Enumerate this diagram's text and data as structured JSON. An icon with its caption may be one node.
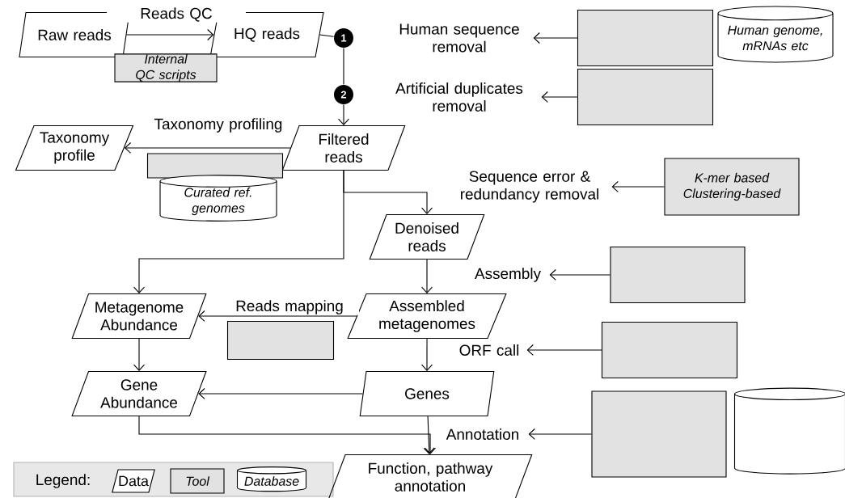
{
  "diagram": {
    "nodes": [
      {
        "text": [
          "Raw reads"
        ]
      },
      {
        "text": [
          "HQ reads"
        ]
      },
      {
        "text": [
          "Filtered reads"
        ]
      },
      {
        "text": [
          "Taxonomy profile"
        ]
      },
      {
        "text": [
          "Denoised reads"
        ]
      },
      {
        "text": [
          "Metagenome Abundance"
        ]
      },
      {
        "text": [
          "Assembled metagenomes"
        ]
      },
      {
        "text": [
          "Gene Abundance"
        ]
      },
      {
        "text": [
          "Genes"
        ]
      },
      {
        "text": [
          "Function, pathway annotation"
        ]
      },
      {
        "text": [
          "Internal QC scripts"
        ]
      },
      {
        "text": [],
        "shape": "box"
      },
      {
        "text": [],
        "shape": "box"
      },
      {
        "text": [],
        "shape": "box"
      },
      {
        "text": [
          "K-mer based Clustering-based"
        ]
      },
      {
        "text": [],
        "shape": "box"
      },
      {
        "text": [],
        "shape": "box"
      },
      {
        "text": [],
        "shape": "box"
      },
      {
        "text": [],
        "shape": "box"
      },
      {
        "text": [
          "Human genome, mRNAs etc"
        ]
      },
      {
        "text": [
          "Curated ref. genomes"
        ]
      },
      {
        "text": [],
        "shape": "cylinder"
      },
      {
        "text": [
          "1"
        ]
      },
      {
        "text": [
          "2"
        ]
      },
      {
        "text": [
          "Human sequence removal"
        ]
      },
      {
        "text": [
          "Artificial duplicates removal"
        ]
      },
      {
        "text": [
          "Sequence error & redundancy removal"
        ]
      },
      {
        "text": [
          "Assembly"
        ]
      },
      {
        "text": [
          "ORF call"
        ]
      },
      {
        "text": [
          "Annotation"
        ]
      }
    ],
    "edges": [
      {
        "from": 0,
        "to": 1,
        "arrow": "to",
        "label": "Reads QC"
      },
      {
        "from": 1,
        "to": 22,
        "arrow": "none"
      },
      {
        "from": 22,
        "to": 23,
        "arrow": "none"
      },
      {
        "from": 23,
        "to": 2,
        "arrow": "to"
      },
      {
        "from": 2,
        "to": 3,
        "arrow": "to",
        "label": "Taxonomy profiling"
      },
      {
        "from": 2,
        "to": 4,
        "arrow": "to"
      },
      {
        "from": 2,
        "to": 5,
        "arrow": "to"
      },
      {
        "from": 4,
        "to": 6,
        "arrow": "to"
      },
      {
        "from": 6,
        "to": 5,
        "arrow": "to",
        "label": "Reads mapping"
      },
      {
        "from": 5,
        "to": 7,
        "arrow": "to"
      },
      {
        "from": 6,
        "to": 8,
        "arrow": "to"
      },
      {
        "from": 8,
        "to": 7,
        "arrow": "to"
      },
      {
        "from": 8,
        "to": 9,
        "arrow": "to"
      },
      {
        "from": 7,
        "to": 9,
        "arrow": "to"
      },
      {
        "from": 11,
        "to": 24,
        "arrow": "to"
      },
      {
        "from": 12,
        "to": 25,
        "arrow": "to"
      },
      {
        "from": 14,
        "to": 26,
        "arrow": "to"
      },
      {
        "from": 15,
        "to": 27,
        "arrow": "to"
      },
      {
        "from": 16,
        "to": 28,
        "arrow": "to"
      },
      {
        "from": 17,
        "to": 29,
        "arrow": "to"
      }
    ],
    "labels": [
      "Legend:"
    ],
    "legend": [
      {
        "text": "Data"
      },
      {
        "text": "Tool"
      },
      {
        "text": "Database"
      }
    ]
  }
}
